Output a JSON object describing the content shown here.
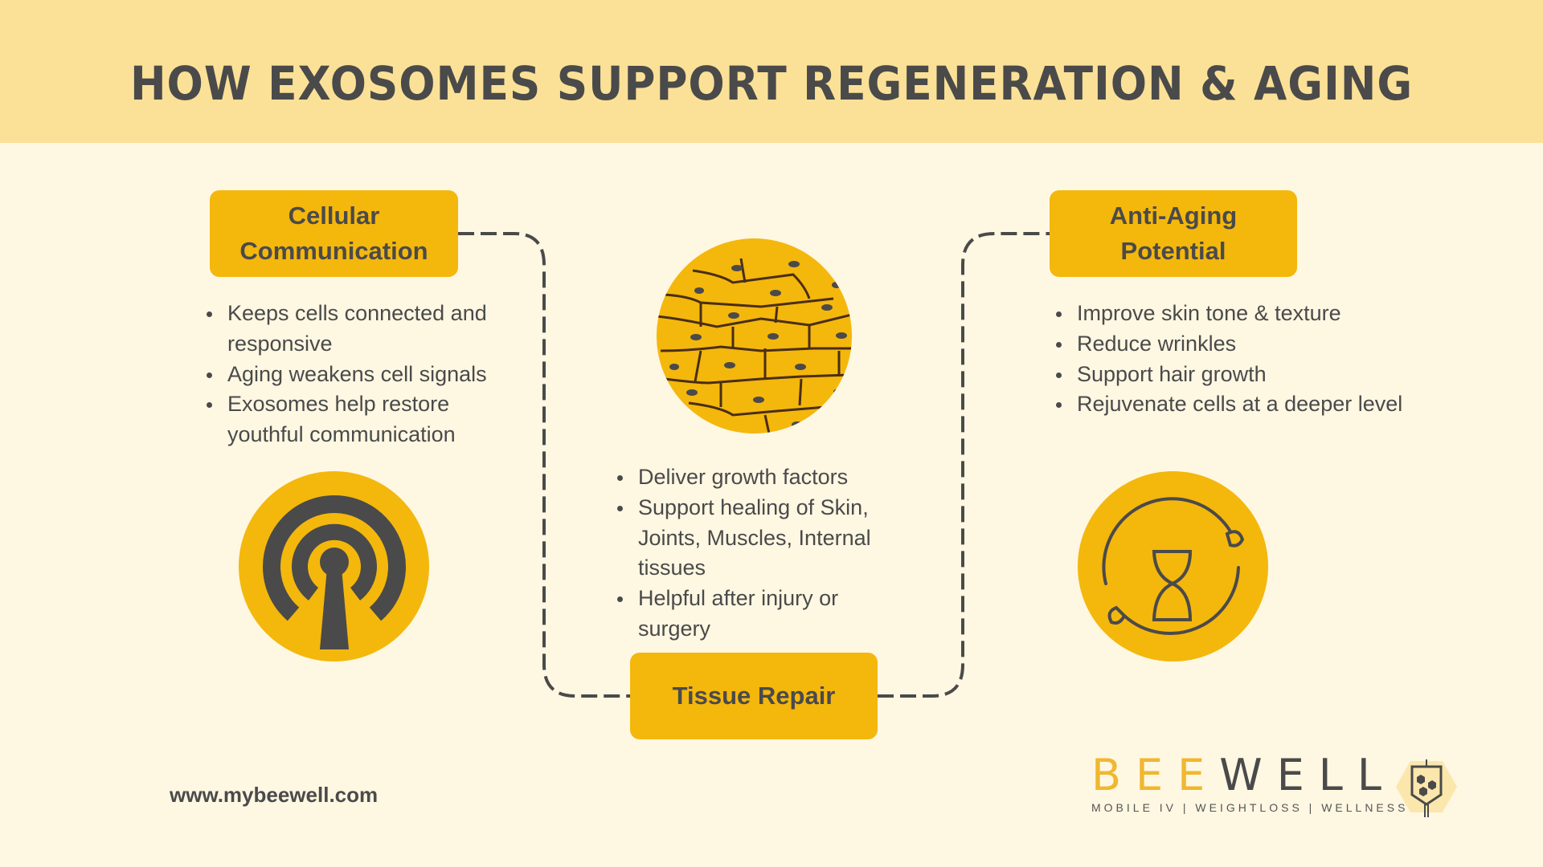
{
  "header": {
    "title": "HOW EXOSOMES SUPPORT REGENERATION & AGING"
  },
  "colors": {
    "accent": "#f4b70c",
    "header_bg": "#fbe197",
    "page_bg": "#fef7e2",
    "text": "#4a4a4a",
    "logo_yellow": "#f0b72f"
  },
  "sections": {
    "cellular": {
      "title_line1": "Cellular",
      "title_line2": "Communication",
      "bullets": [
        "Keeps cells connected and responsive",
        "Aging weakens cell signals",
        "Exosomes help restore youthful communication"
      ],
      "icon": "signal-tower-icon"
    },
    "tissue": {
      "title": "Tissue Repair",
      "bullets": [
        "Deliver growth factors",
        "Support healing of Skin, Joints, Muscles, Internal tissues",
        "Helpful after injury or surgery"
      ],
      "icon": "cell-tissue-icon"
    },
    "antiaging": {
      "title_line1": "Anti-Aging",
      "title_line2": "Potential",
      "bullets": [
        "Improve skin tone & texture",
        "Reduce wrinkles",
        "Support hair growth",
        "Rejuvenate cells at a deeper level"
      ],
      "icon": "hourglass-cycle-icon"
    }
  },
  "footer": {
    "url": "www.mybeewell.com",
    "logo_part1": "BEE",
    "logo_part2": "WELL",
    "tagline": "MOBILE IV | WEIGHTLOSS | WELLNESS",
    "logo_icon": "iv-bag-honeycomb-icon"
  }
}
